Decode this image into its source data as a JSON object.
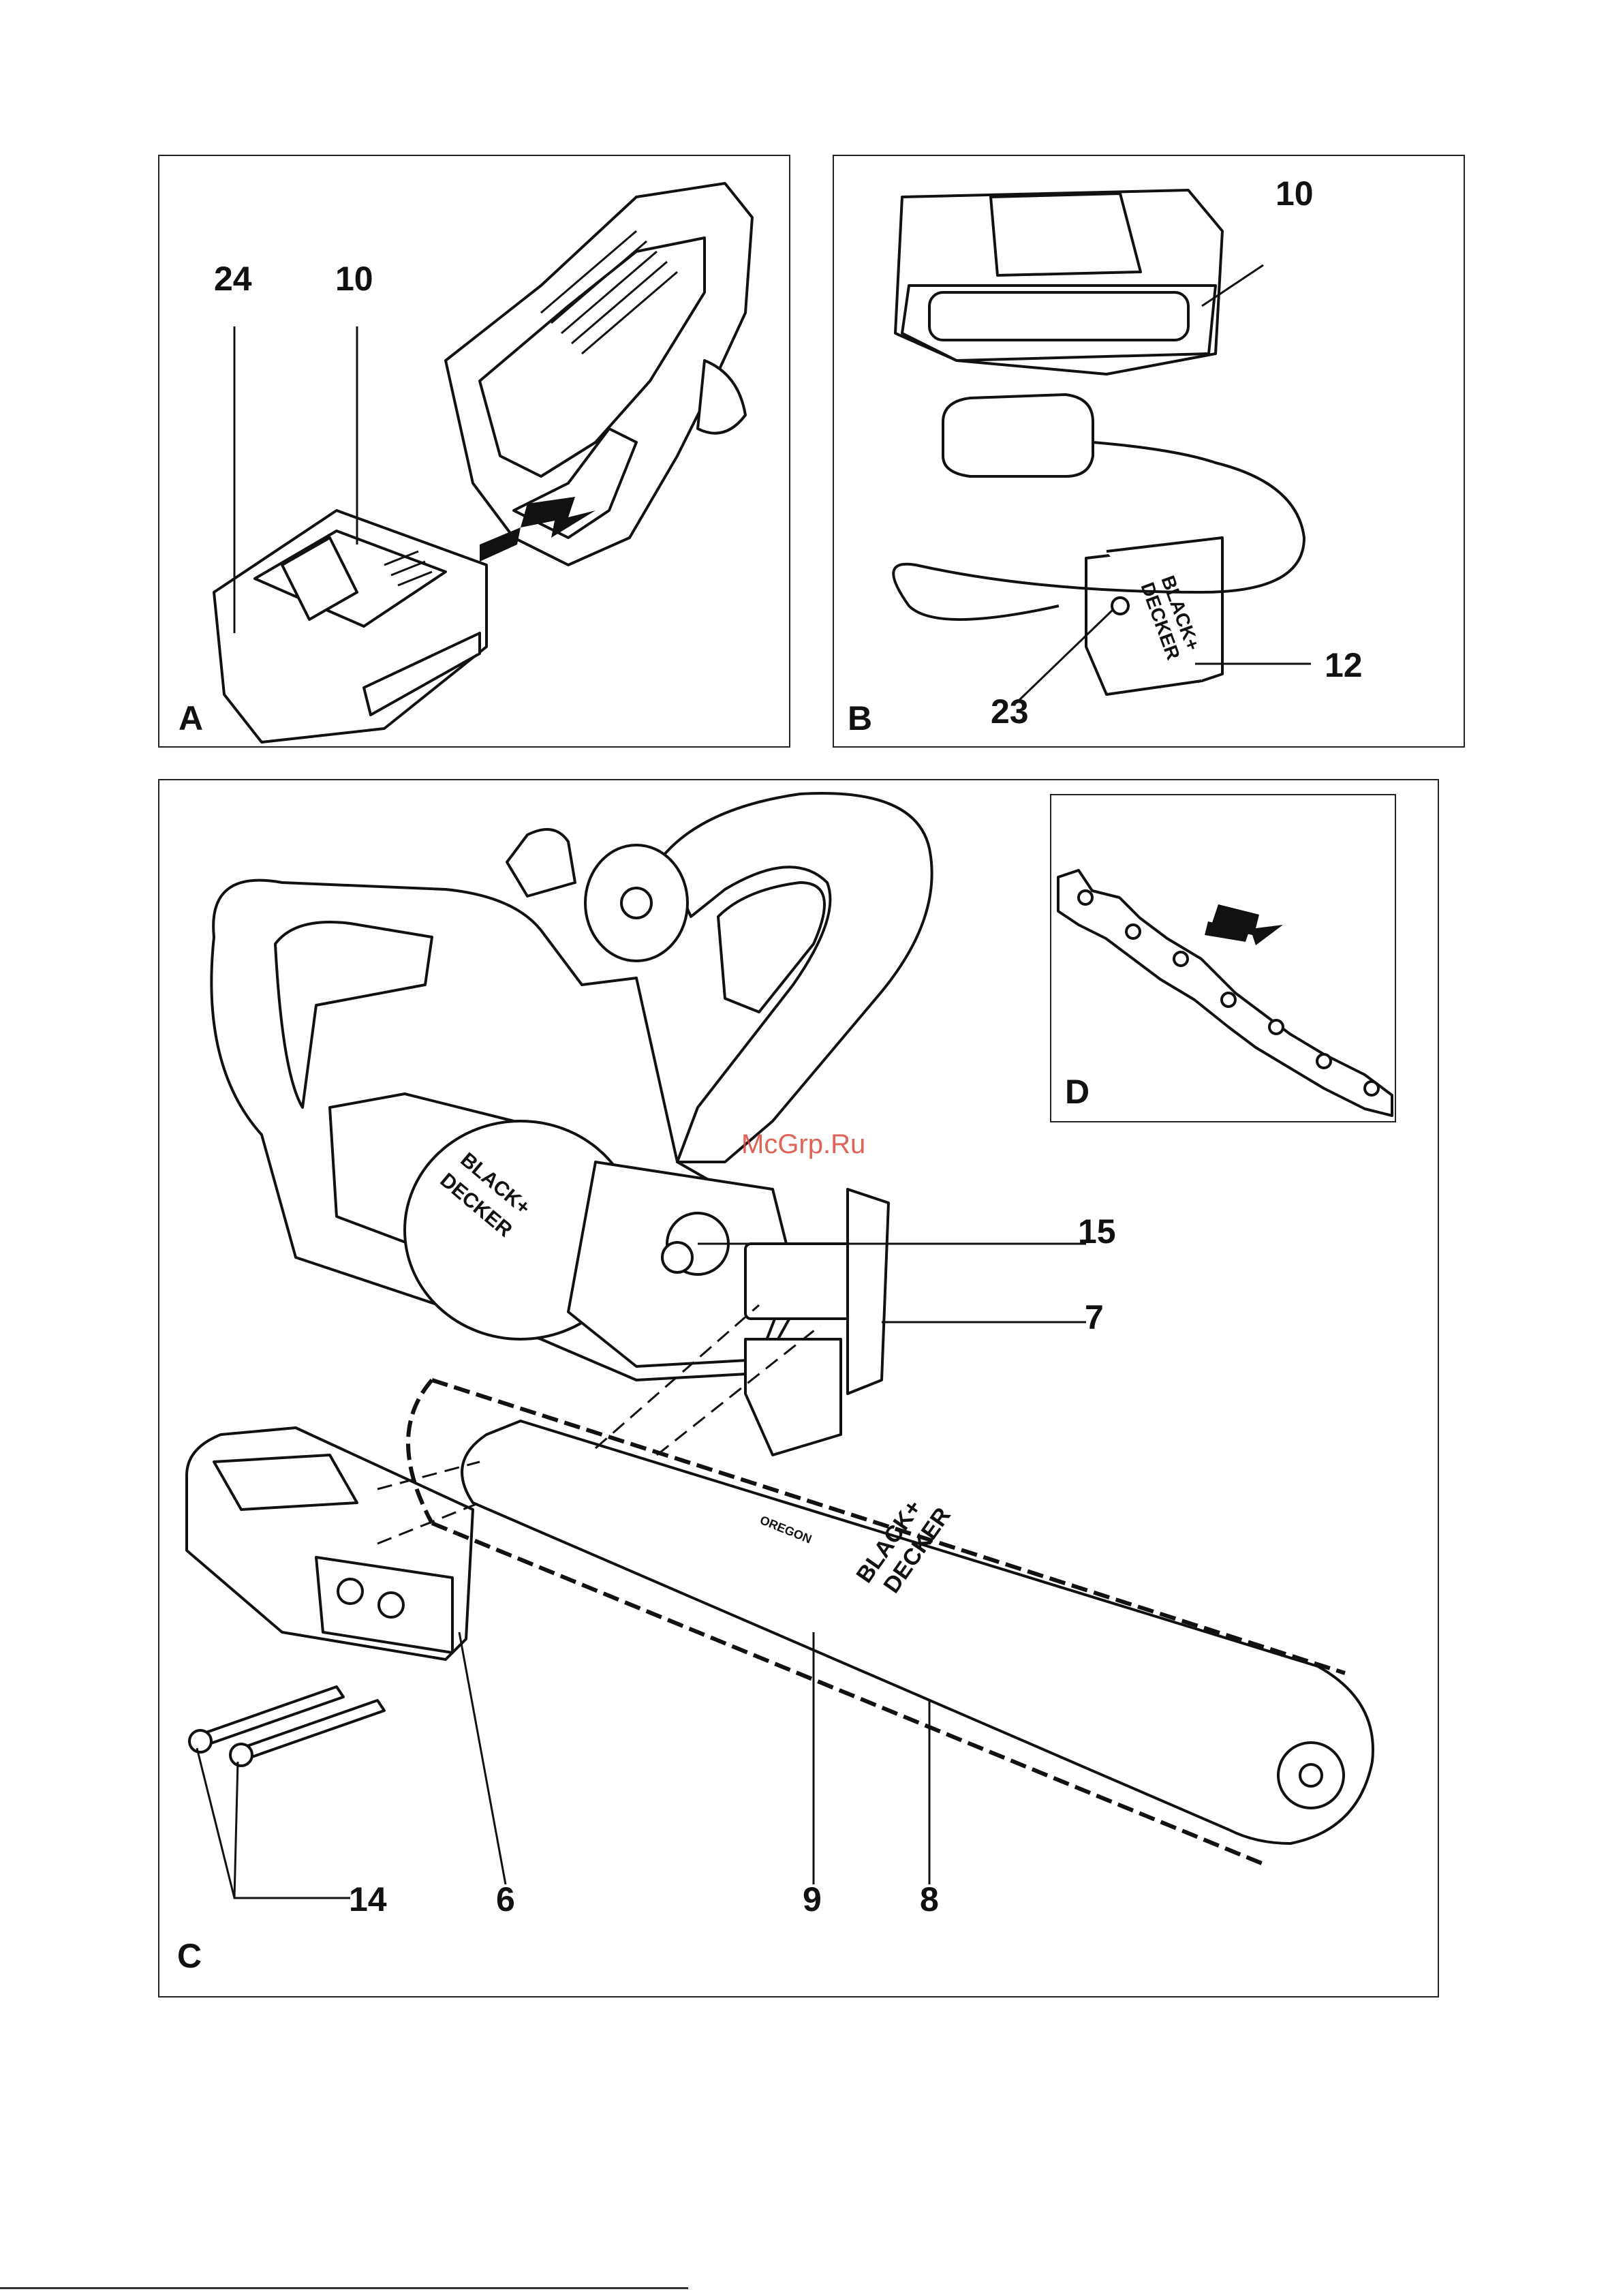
{
  "figure": {
    "panels": [
      {
        "id": "A",
        "label": "A",
        "callouts": [
          "24",
          "10"
        ]
      },
      {
        "id": "B",
        "label": "B",
        "callouts": [
          "10",
          "12",
          "23"
        ]
      },
      {
        "id": "C",
        "label": "C",
        "callouts": [
          "15",
          "7",
          "14",
          "6",
          "9",
          "8"
        ]
      },
      {
        "id": "D",
        "label": "D",
        "callouts": []
      }
    ]
  },
  "brand": {
    "line1": "BLACK+",
    "line2": "DECKER",
    "bar_brand": "OREGON"
  },
  "watermark": "McGrp.Ru",
  "colors": {
    "ink": "#111111",
    "watermark": "#d94a3a"
  }
}
